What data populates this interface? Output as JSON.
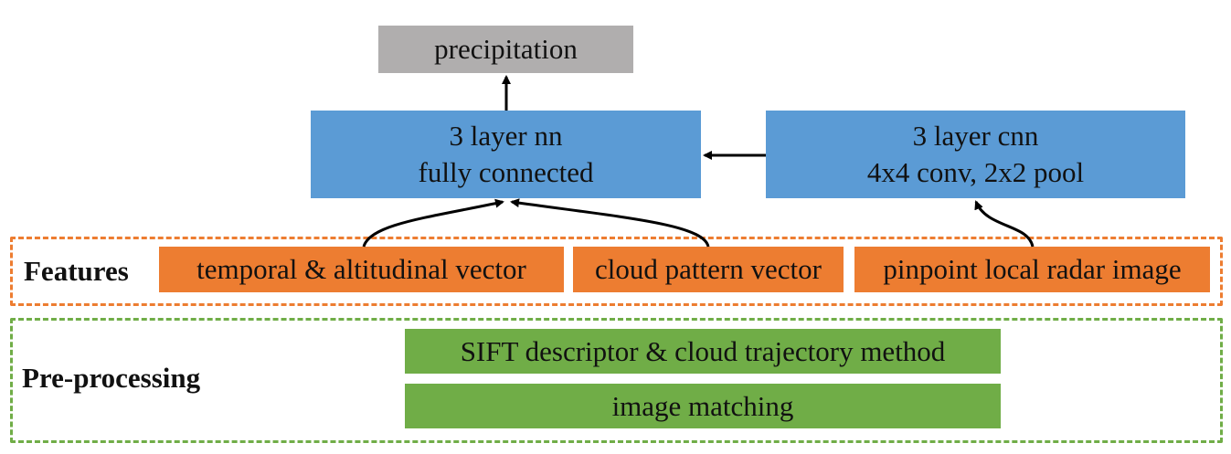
{
  "output": {
    "label": "precipitation"
  },
  "nn": {
    "line1": "3 layer nn",
    "line2": "fully connected"
  },
  "cnn": {
    "line1": "3 layer cnn",
    "line2": "4x4 conv, 2x2 pool"
  },
  "features": {
    "title": "Features",
    "items": [
      "temporal & altitudinal vector",
      "cloud pattern vector",
      "pinpoint local radar image"
    ]
  },
  "preprocessing": {
    "title": "Pre-processing",
    "steps": [
      "SIFT descriptor & cloud trajectory method",
      "image matching"
    ]
  },
  "colors": {
    "output": "#b0aeae",
    "model": "#5b9bd5",
    "features": "#ed7d31",
    "preprocessing": "#70ad47"
  }
}
